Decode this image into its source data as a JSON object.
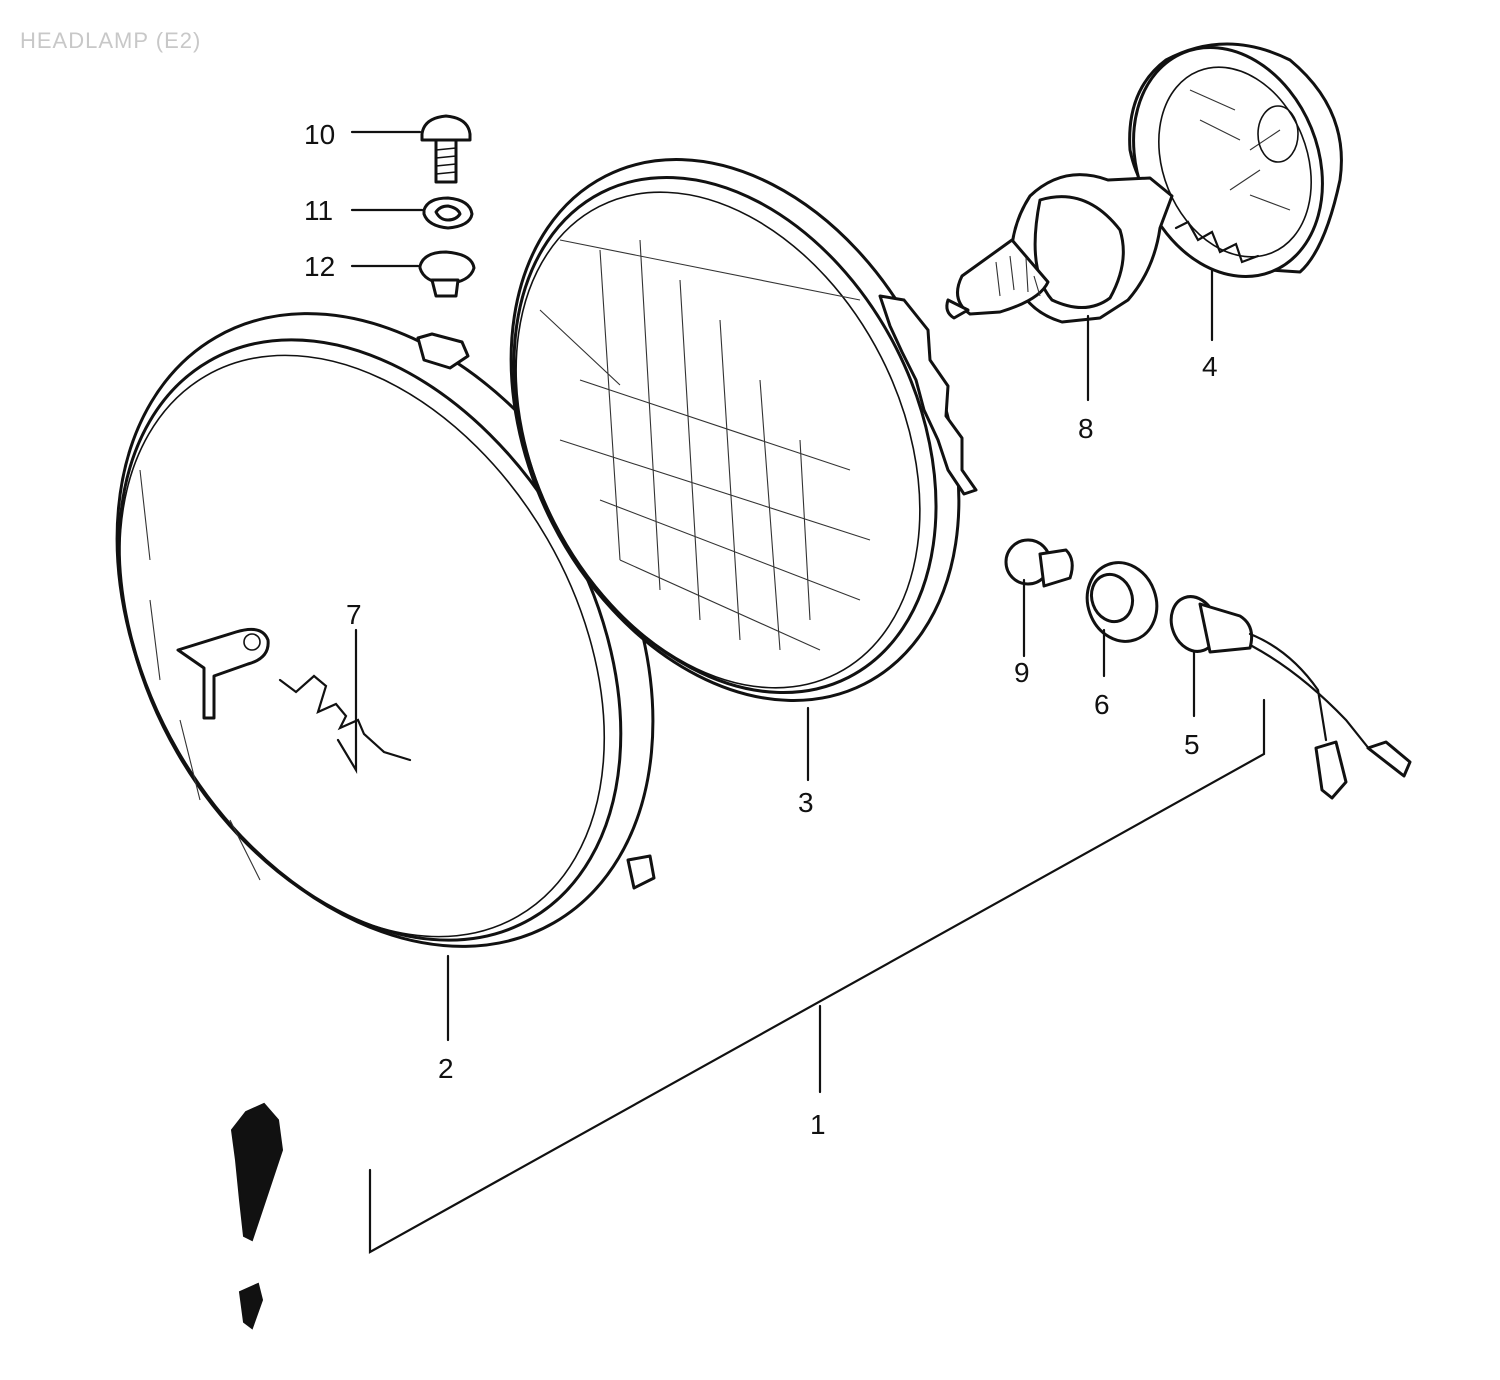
{
  "diagram": {
    "title": "HEADLAMP (E2)",
    "callouts": [
      {
        "id": "1",
        "label": "1",
        "part": "headlamp-assembly"
      },
      {
        "id": "2",
        "label": "2",
        "part": "headlamp-rim"
      },
      {
        "id": "3",
        "label": "3",
        "part": "lens-unit"
      },
      {
        "id": "4",
        "label": "4",
        "part": "bulb-socket-cover"
      },
      {
        "id": "5",
        "label": "5",
        "part": "position-lamp-socket"
      },
      {
        "id": "6",
        "label": "6",
        "part": "socket-grommet"
      },
      {
        "id": "7",
        "label": "7",
        "part": "lens-spring"
      },
      {
        "id": "8",
        "label": "8",
        "part": "headlamp-bulb"
      },
      {
        "id": "9",
        "label": "9",
        "part": "position-bulb"
      },
      {
        "id": "10",
        "label": "10",
        "part": "screw"
      },
      {
        "id": "11",
        "label": "11",
        "part": "lock-washer"
      },
      {
        "id": "12",
        "label": "12",
        "part": "washer-grommet"
      }
    ],
    "colors": {
      "ink": "#111111",
      "paper": "#ffffff",
      "title": "#c8c8c8"
    }
  }
}
